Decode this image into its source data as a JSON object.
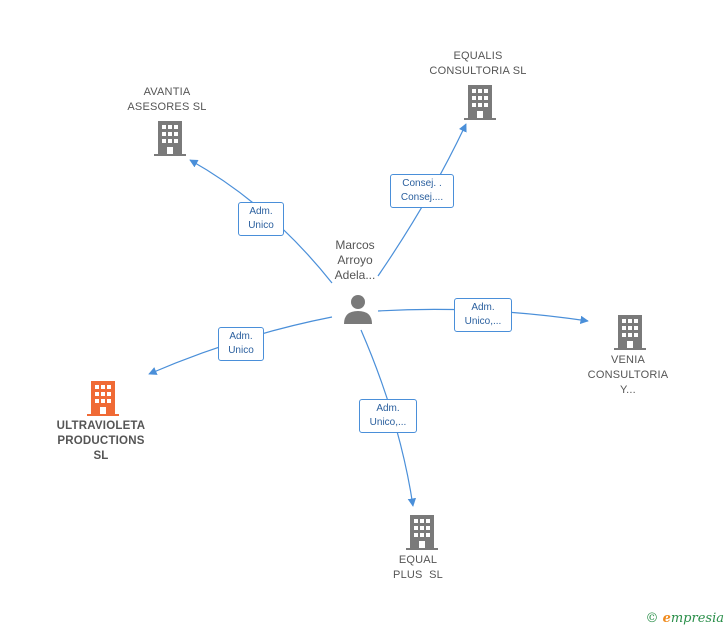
{
  "center": {
    "name_lines": [
      "Marcos",
      "Arroyo",
      "Adela..."
    ],
    "icon": "person-icon",
    "color": "#7a7a7a"
  },
  "companies": [
    {
      "id": "avantia",
      "name_lines": [
        "AVANTIA",
        "ASESORES SL"
      ],
      "icon": "building-icon",
      "color": "#7a7a7a",
      "highlight": false
    },
    {
      "id": "equalis",
      "name_lines": [
        "EQUALIS",
        "CONSULTORIA SL"
      ],
      "icon": "building-icon",
      "color": "#7a7a7a",
      "highlight": false
    },
    {
      "id": "venia",
      "name_lines": [
        "VENIA",
        "CONSULTORIA",
        "Y..."
      ],
      "icon": "building-icon",
      "color": "#7a7a7a",
      "highlight": false
    },
    {
      "id": "equal-plus",
      "name_lines": [
        "EQUAL",
        "PLUS  SL"
      ],
      "icon": "building-icon",
      "color": "#7a7a7a",
      "highlight": false
    },
    {
      "id": "ultravioleta",
      "name_lines": [
        "ULTRAVIOLETA",
        "PRODUCTIONS",
        "SL"
      ],
      "icon": "building-icon",
      "color": "#f06a35",
      "highlight": true
    }
  ],
  "relations": [
    {
      "target": "avantia",
      "role_lines": [
        "Adm.",
        "Unico"
      ]
    },
    {
      "target": "equalis",
      "role_lines": [
        "Consej. .",
        "Consej...."
      ]
    },
    {
      "target": "venia",
      "role_lines": [
        "Adm.",
        "Unico,..."
      ]
    },
    {
      "target": "equal-plus",
      "role_lines": [
        "Adm.",
        "Unico,..."
      ]
    },
    {
      "target": "ultravioleta",
      "role_lines": [
        "Adm.",
        "Unico"
      ]
    }
  ],
  "colors": {
    "edge": "#4a8fd9",
    "box_border": "#4a8fd9",
    "box_text": "#2a5f9e"
  },
  "footer": {
    "copyright": "©",
    "brand_initial": "e",
    "brand_rest": "mpresia"
  }
}
